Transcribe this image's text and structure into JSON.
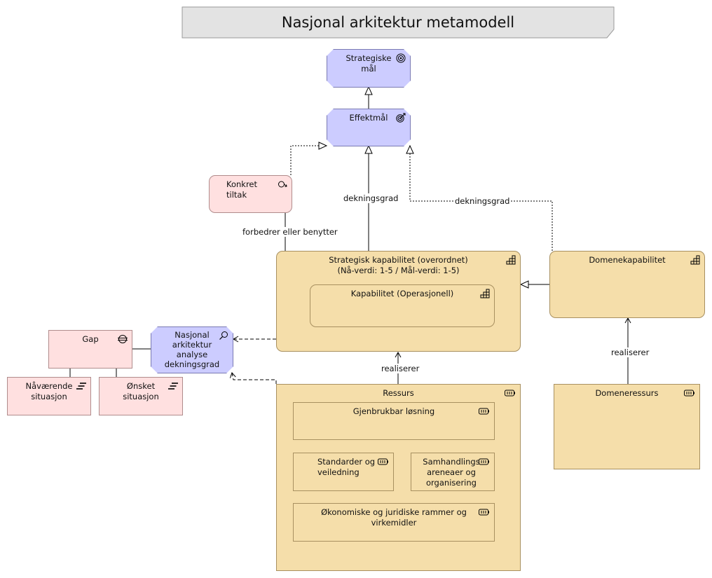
{
  "title": "Nasjonal arkitektur metamodell",
  "nodes": {
    "strategiske_maal": "Strategiske\nmål",
    "effektmaal": "Effektmål",
    "konkret_tiltak": "Konkret tiltak",
    "strategisk_kapabilitet": "Strategisk kapabilitet (overordnet)\n(Nå-verdi: 1-5 / Mål-verdi: 1-5)",
    "kapabilitet_operasjonell": "Kapabilitet (Operasjonell)",
    "domenekapabilitet": "Domenekapabilitet",
    "nasjonal_analyse": "Nasjonal\narkitektur\nanalyse\ndekningsgrad",
    "gap": "Gap",
    "naavaerende_situasjon": "Nåværende\nsituasjon",
    "oensket_situasjon": "Ønsket\nsituasjon",
    "ressurs": "Ressurs",
    "gjenbrukbar_losning": "Gjenbrukbar løsning",
    "standarder": "Standarder og\nveiledning",
    "samhandlings": "Samhandlings\nareneaer og\norganisering",
    "okonomiske": "Økonomiske og juridiske rammer og\nvirkemidler",
    "domeneressurs": "Domeneressurs"
  },
  "edge_labels": {
    "dekningsgrad_1": "dekningsgrad",
    "dekningsgrad_2": "dekningsgrad",
    "forbedrer": "forbedrer eller benytter",
    "realiserer_1": "realiserer",
    "realiserer_2": "realiserer"
  },
  "colors": {
    "motivation": "#ccccff",
    "implementation": "#ffe0e0",
    "strategy": "#f5deaa",
    "title_bg": "#e3e3e3"
  },
  "icons": {
    "goal": "target-icon",
    "outcome": "outcome-target-icon",
    "course_of_action": "course-of-action-icon",
    "capability": "capability-icon",
    "assessment": "magnifier-icon",
    "gap": "gap-icon",
    "plateau": "plateau-icon",
    "resource": "resource-icon"
  }
}
